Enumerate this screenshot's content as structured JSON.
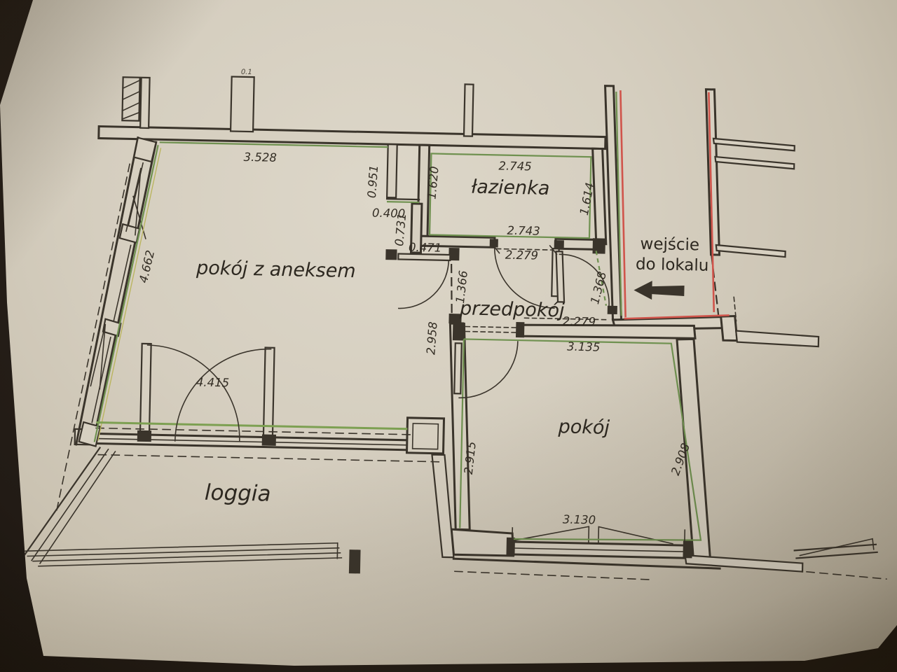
{
  "document": {
    "type": "apartment floor plan (photograph)",
    "language": "Polish"
  },
  "rooms": {
    "living_room": "pokój z aneksem",
    "bathroom": "łazienka",
    "hallway": "przedpokój",
    "room": "pokój",
    "loggia": "loggia"
  },
  "entrance": {
    "line1": "wejście",
    "line2": "do lokalu",
    "arrow_icon": "left-arrow"
  },
  "dimensions": {
    "top_wall": "3.528",
    "left_wall": "4.662",
    "shaft_height": "0.951",
    "shaft_offset": "0.400",
    "wall_below_shaft": "0.731",
    "living_door_opening": "0.471",
    "bathroom_left": "1.620",
    "bathroom_top": "2.745",
    "bathroom_right": "1.614",
    "bathroom_bottom": "2.743",
    "bathroom_door": "2.279",
    "hallway_left": "1.366",
    "hallway_width": "2.279",
    "entrance_wall": "1.368",
    "living_right_wall": "2.958",
    "room_top": "3.135",
    "room_left": "2.915",
    "room_right": "2.908",
    "room_window": "3.130",
    "balcony_door": "4.415",
    "top_stub": "0.1"
  },
  "colors": {
    "paper": "#d5cebf",
    "line": "#3a342b",
    "unit_outline_green": "#6f9150",
    "corridor_red": "#d0544b"
  }
}
